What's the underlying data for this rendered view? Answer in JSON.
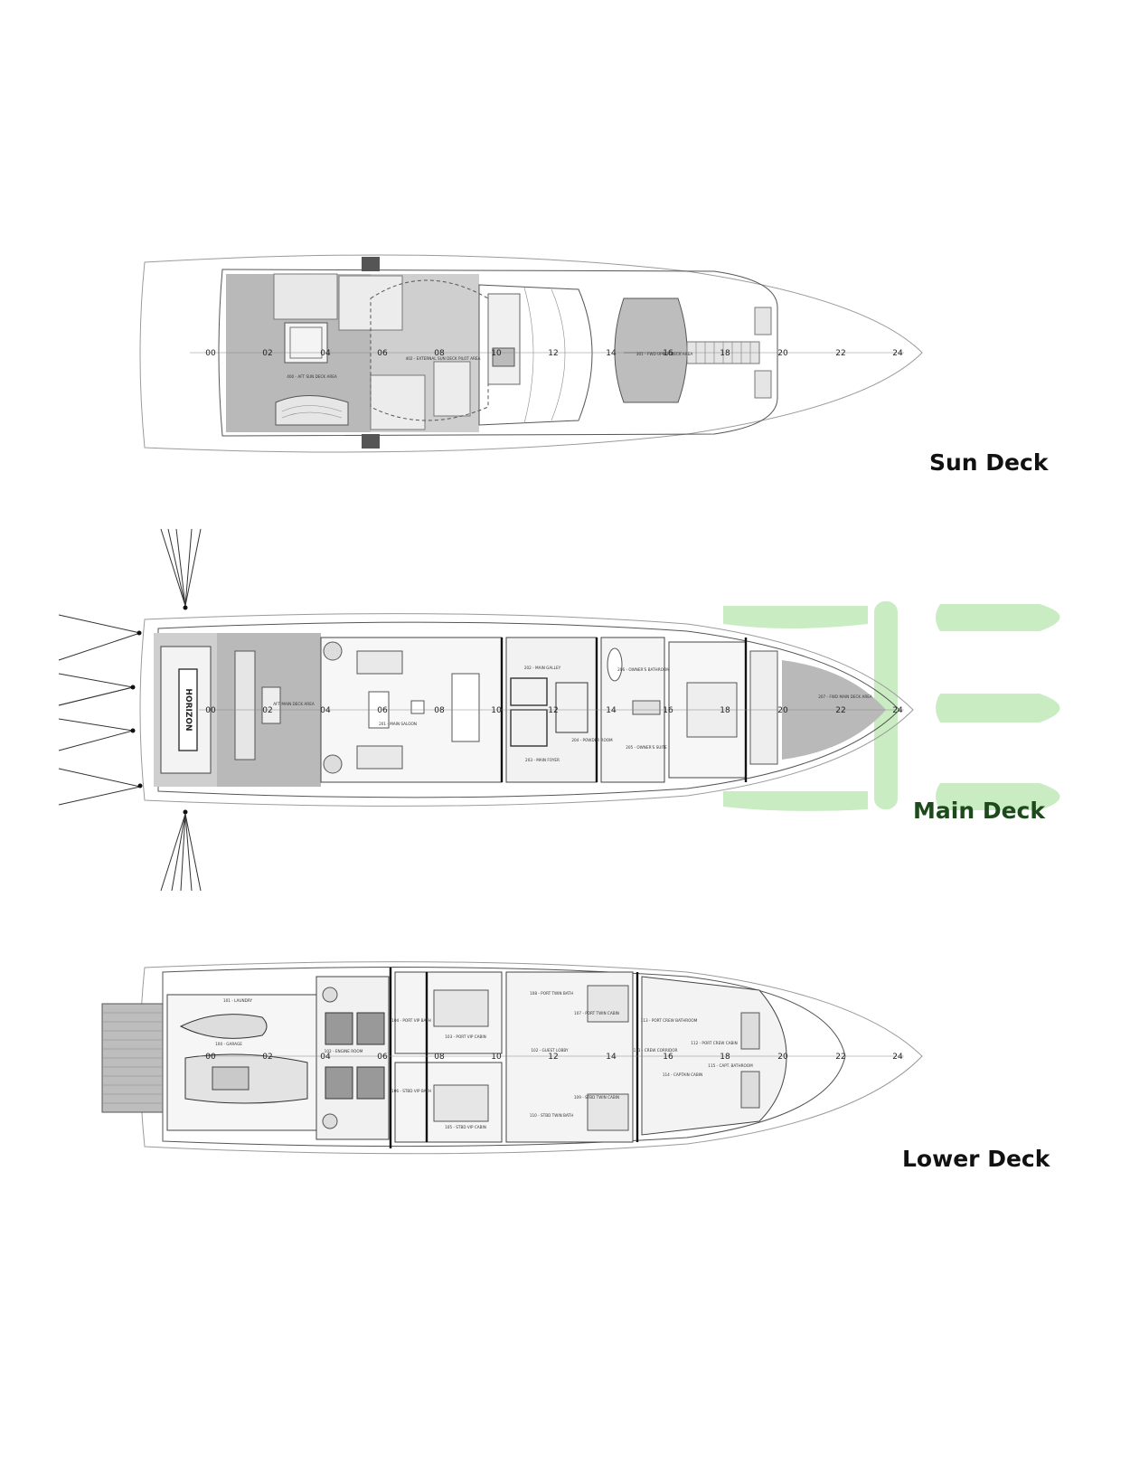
{
  "decks": [
    {
      "title": "Sun Deck",
      "frames": [
        "00",
        "02",
        "04",
        "06",
        "08",
        "10",
        "12",
        "14",
        "16",
        "18",
        "20",
        "22",
        "24"
      ],
      "rooms": [
        "400 - AFT SUN DECK AREA",
        "402 - EXTERNAL SUN DECK PILOT AREA",
        "301 - FWD UPPER DECK AREA"
      ]
    },
    {
      "title": "Main Deck",
      "frames": [
        "00",
        "02",
        "04",
        "06",
        "08",
        "10",
        "12",
        "14",
        "16",
        "18",
        "20",
        "22",
        "24"
      ],
      "rooms": [
        "AFT MAIN DECK AREA",
        "201 - MAIN SALOON",
        "202 - MAIN GALLEY",
        "203 - MAIN FOYER",
        "204 - POWDER ROOM",
        "205 - OWNER'S SUITE",
        "206 - OWNER'S BATHROOM",
        "207 - FWD MAIN DECK AREA"
      ],
      "tender_name": "HORIZON"
    },
    {
      "title": "Lower Deck",
      "frames": [
        "00",
        "02",
        "04",
        "06",
        "08",
        "10",
        "12",
        "14",
        "16",
        "18",
        "20",
        "22",
        "24"
      ],
      "rooms": [
        "101 - LAUNDRY",
        "100 - GARAGE",
        "102 - ENGINE ROOM",
        "103 - PORT VIP CABIN",
        "104 - PORT VIP BATH",
        "105 - STBD VIP CABIN",
        "106 - STBD VIP BATH",
        "107 - PORT TWIN CABIN",
        "108 - PORT TWIN BATH",
        "109 - STBD TWIN CABIN",
        "110 - STBD TWIN BATH",
        "111 - CREW CORRIDOR",
        "112 - PORT CREW CABIN",
        "113 - PORT CREW BATHROOM",
        "114 - CAPTAIN CABIN",
        "115 - CAPT. BATHROOM",
        "102 - GUEST LOBBY"
      ]
    }
  ],
  "colors": {
    "logo": "#bfe9b8",
    "main_deck_title": "#1c4a1a"
  }
}
